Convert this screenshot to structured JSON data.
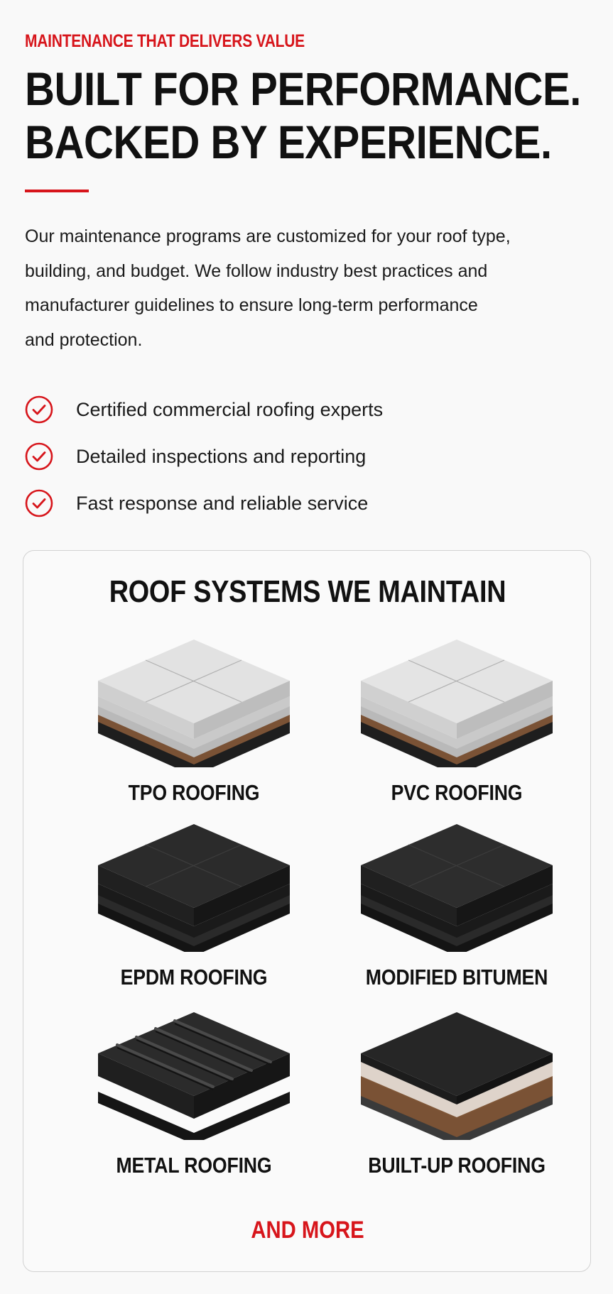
{
  "section": {
    "eyebrow": "MAINTENANCE THAT DELIVERS VALUE",
    "headline_lines": [
      "BUILT FOR PERFORMANCE.",
      "BACKED BY EXPERIENCE."
    ],
    "intro_lines": [
      "Our maintenance programs are customized for your roof type,",
      "building, and budget. We follow industry best practices and",
      "manufacturer guidelines to ensure long-term performance",
      "and protection."
    ]
  },
  "features": [
    {
      "label": "Certified commercial roofing experts",
      "icon": "check-circle-icon"
    },
    {
      "label": "Detailed inspections and reporting",
      "icon": "check-circle-icon"
    },
    {
      "label": "Fast response and reliable service",
      "icon": "check-circle-icon"
    }
  ],
  "roof_systems": {
    "title": "ROOF SYSTEMS WE MAINTAIN",
    "items": [
      {
        "label": "TPO ROOFING",
        "icon": "tpo-roof-layers-icon"
      },
      {
        "label": "PVC ROOFING",
        "icon": "pvc-roof-layers-icon"
      },
      {
        "label": "EPDM ROOFING",
        "icon": "epdm-roof-layers-icon"
      },
      {
        "label": "MODIFIED BITUMEN",
        "icon": "modified-bitumen-layers-icon"
      },
      {
        "label": "METAL ROOFING",
        "icon": "metal-roof-panels-icon"
      },
      {
        "label": "BUILT-UP ROOFING",
        "icon": "built-up-roof-layers-icon"
      }
    ],
    "more_label": "AND MORE"
  },
  "colors": {
    "accent": "#d7151b",
    "text": "#111111",
    "background": "#f9f9f9",
    "card_border": "#d2d2d2"
  }
}
